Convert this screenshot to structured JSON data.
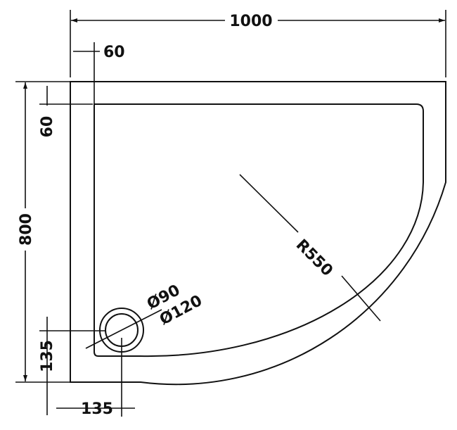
{
  "drawing": {
    "line_color": "#111111",
    "background": "#ffffff",
    "dimensions": {
      "overall_width": "1000",
      "overall_depth": "800",
      "rim_width_top": "60",
      "rim_width_left": "60",
      "radius": "R550",
      "waste_inner_diameter": "Ø90",
      "waste_outer_diameter": "Ø120",
      "waste_offset_x": "135",
      "waste_offset_y": "135"
    }
  }
}
